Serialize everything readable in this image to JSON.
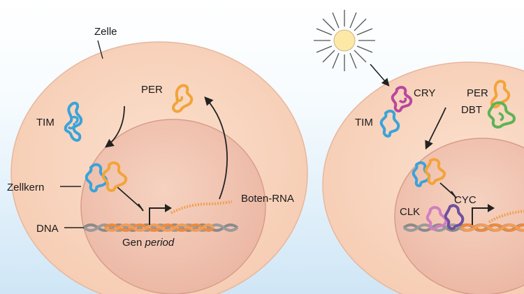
{
  "left_panel": {
    "cell_label": "Zelle",
    "nucleus_label": "Zellkern",
    "dna_label": "DNA",
    "tim_label": "TIM",
    "per_label": "PER",
    "mrna_label": "Boten-RNA",
    "gene_label_prefix": "Gen ",
    "gene_label_italic": "period"
  },
  "right_panel": {
    "cry_label": "CRY",
    "per_label": "PER",
    "dbt_label": "DBT",
    "tim_label": "TIM",
    "cyc_label": "CYC",
    "clk_label": "CLK"
  },
  "colors": {
    "background_top": "#ffffff",
    "background_bottom": "#cfe6f6",
    "cell": "#f8d3bc",
    "nucleus": "#f0bfae",
    "tim": "#3aa3d9",
    "per": "#f2a43a",
    "cry": "#b9479d",
    "dbt": "#5cb356",
    "cyc": "#6f4fa0",
    "clk": "#d27dc0",
    "mrna": "#f0a050",
    "dna_orange": "#ee8a3c",
    "dna_gray": "#8a8a8a",
    "sun_fill": "#fde8a6"
  },
  "icons": [
    "sun-icon",
    "tim-protein-icon",
    "per-protein-icon",
    "cry-protein-icon",
    "dbt-protein-icon",
    "cyc-protein-icon",
    "clk-protein-icon",
    "tim-per-complex-icon",
    "dna-helix-icon",
    "mrna-strand-icon",
    "promoter-arrow-icon",
    "inhibition-bar-icon"
  ]
}
